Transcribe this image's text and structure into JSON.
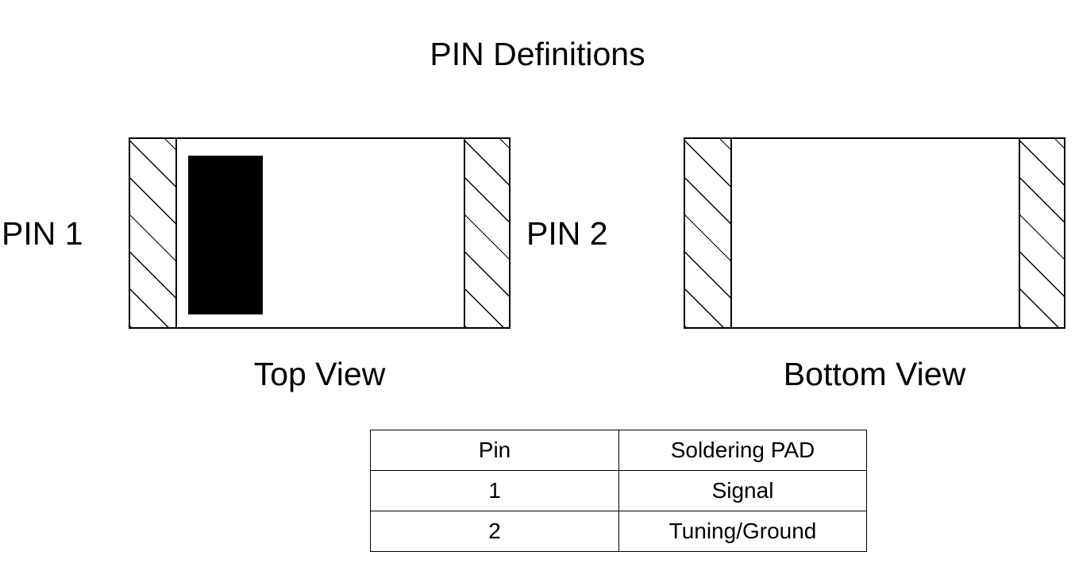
{
  "page": {
    "title": "PIN Definitions",
    "background_color": "#ffffff",
    "ink_color": "#000000"
  },
  "diagram": {
    "pin_labels": {
      "left": "PIN 1",
      "right": "PIN 2"
    },
    "views": [
      {
        "id": "top-view",
        "caption": "Top View",
        "has_signal_block": true,
        "signal_block_color": "#000000",
        "end_pads": [
          "hatched-left-pad",
          "hatched-right-pad"
        ]
      },
      {
        "id": "bottom-view",
        "caption": "Bottom View",
        "has_signal_block": false,
        "end_pads": [
          "hatched-left-pad",
          "hatched-right-pad"
        ]
      }
    ]
  },
  "pin_table": {
    "headers": [
      "Pin",
      "Soldering PAD"
    ],
    "rows": [
      [
        "1",
        "Signal"
      ],
      [
        "2",
        "Tuning/Ground"
      ]
    ]
  }
}
